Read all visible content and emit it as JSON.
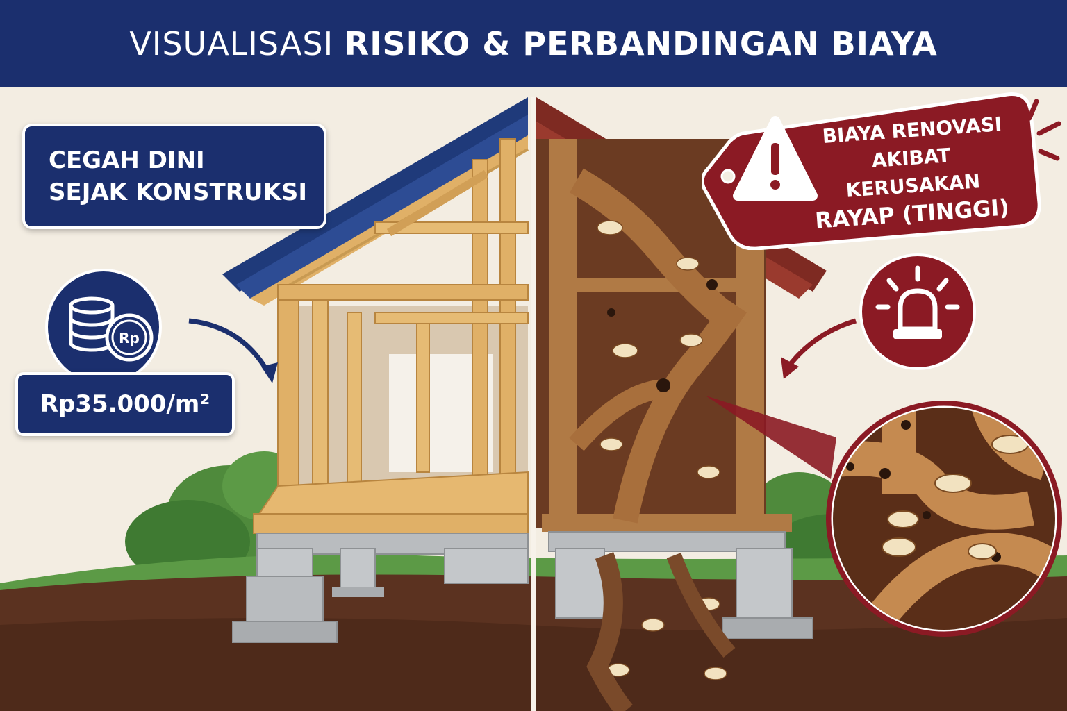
{
  "header": {
    "title_light": "VISUALISASI ",
    "title_bold": "RISIKO & PERBANDINGAN BIAYA"
  },
  "left_panel": {
    "callout_line1": "CEGAH DINI",
    "callout_line2": "SEJAK KONSTRUKSI",
    "coin_label": "Rp",
    "price": "Rp35.000/m²",
    "icons": [
      "coin-stack-icon",
      "rupiah-coin-icon",
      "arrow-icon"
    ]
  },
  "right_panel": {
    "tag_line1": "BIAYA RENOVASI",
    "tag_line2": "AKIBAT KERUSAKAN",
    "tag_line3": "RAYAP (TINGGI)",
    "icons": [
      "warning-triangle-icon",
      "alarm-siren-icon",
      "termite-icon",
      "magnifier-zoom"
    ]
  },
  "colors": {
    "navy": "#1b2f6e",
    "maroon": "#8b1a24",
    "wood_light": "#e0b067",
    "wood_damaged": "#b07a45",
    "soil": "#5b3220",
    "grass": "#4f8a3c",
    "concrete": "#b9bcbf",
    "background": "#f3ede2"
  }
}
